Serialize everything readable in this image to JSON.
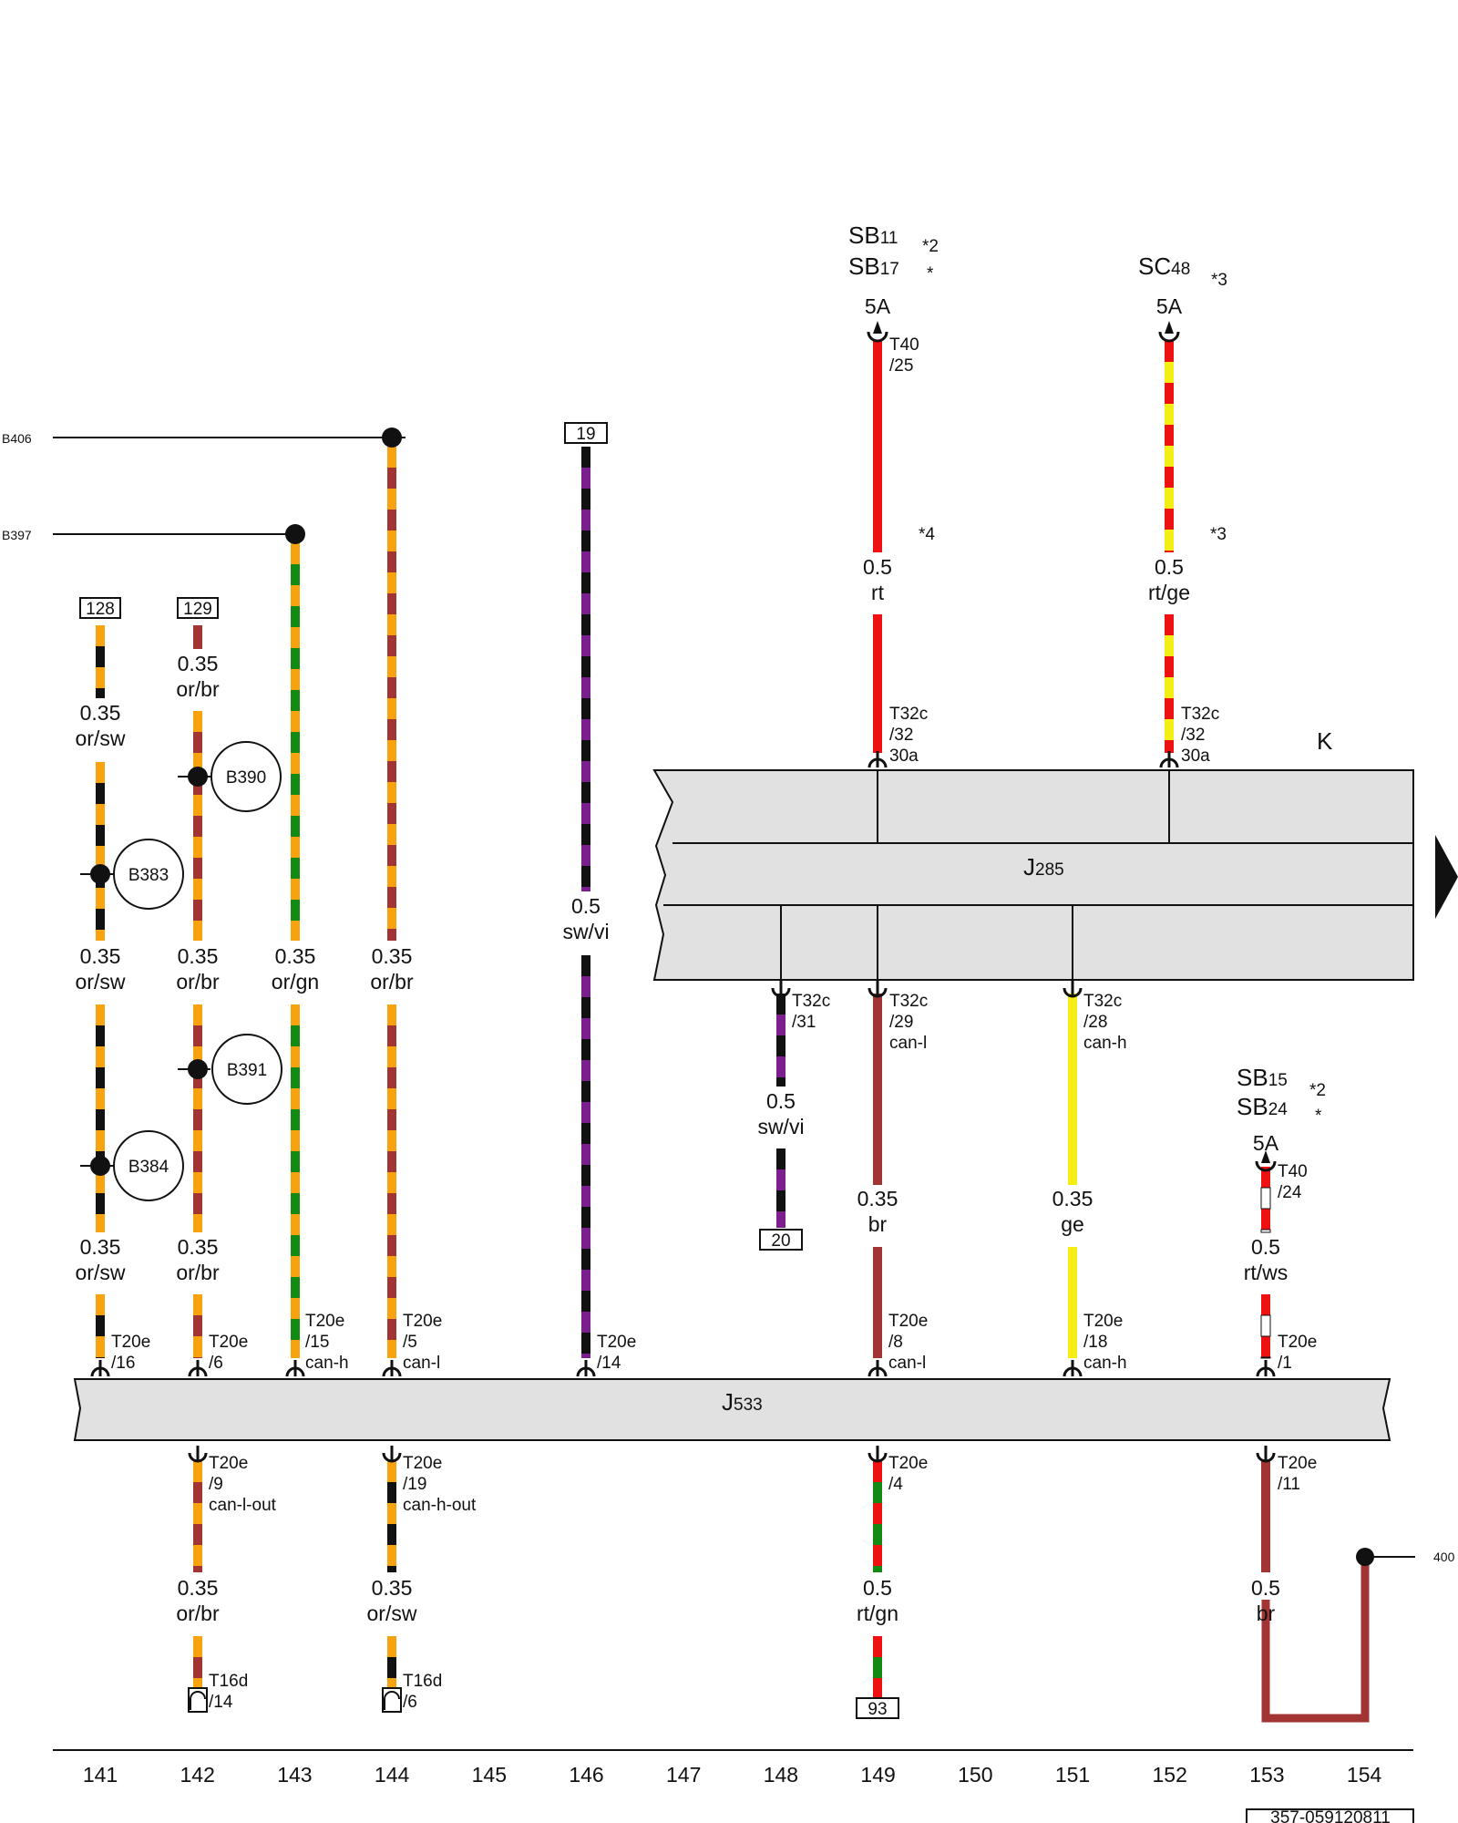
{
  "edge_labels": {
    "b406": "B406",
    "b397": "B397",
    "w400": "400"
  },
  "fuse_a": {
    "line1": "SB",
    "line1_sub": "11",
    "line1_note": "*2",
    "line2": "SB",
    "line2_sub": "17",
    "line2_note": "*",
    "amps": "5A",
    "pin1": "T40",
    "pin2": "/25",
    "mid_note": "*4"
  },
  "fuse_b": {
    "name": "SC",
    "name_sub": "48",
    "note": "*3",
    "amps": "5A",
    "mid_note": "*3"
  },
  "fuse_c": {
    "line1": "SB",
    "line1_sub": "15",
    "line1_note": "*2",
    "line2": "SB",
    "line2_sub": "24",
    "line2_note": "*",
    "amps": "5A",
    "pin1": "T40",
    "pin2": "/24"
  },
  "module_k": {
    "name": "J",
    "name_sub": "285",
    "letter": "K"
  },
  "module_j533": {
    "name": "J",
    "name_sub": "533"
  },
  "connectors": {
    "c128": "128",
    "c129": "129",
    "c19": "19",
    "c20": "20",
    "c93": "93"
  },
  "splices": {
    "b390": "B390",
    "b383": "B383",
    "b391": "B391",
    "b384": "B384"
  },
  "wires": {
    "w141a": {
      "size": "0.35",
      "color": "or/sw"
    },
    "w141b": {
      "size": "0.35",
      "color": "or/sw"
    },
    "w141c": {
      "size": "0.35",
      "color": "or/sw"
    },
    "w142a": {
      "size": "0.35",
      "color": "or/br"
    },
    "w142b": {
      "size": "0.35",
      "color": "or/br"
    },
    "w142c": {
      "size": "0.35",
      "color": "or/br"
    },
    "w142d": {
      "size": "0.35",
      "color": "or/br"
    },
    "w143": {
      "size": "0.35",
      "color": "or/gn"
    },
    "w144a": {
      "size": "0.35",
      "color": "or/br"
    },
    "w144b": {
      "size": "0.35",
      "color": "or/sw"
    },
    "w146": {
      "size": "0.5",
      "color": "sw/vi"
    },
    "w148": {
      "size": "0.5",
      "color": "sw/vi"
    },
    "w149a": {
      "size": "0.5",
      "color": "rt"
    },
    "w149b": {
      "size": "0.35",
      "color": "br"
    },
    "w149c": {
      "size": "0.5",
      "color": "rt/gn"
    },
    "w151": {
      "size": "0.35",
      "color": "ge"
    },
    "w152": {
      "size": "0.5",
      "color": "rt/ge"
    },
    "w153a": {
      "size": "0.5",
      "color": "rt/ws"
    },
    "w153b": {
      "size": "0.5",
      "color": "br"
    }
  },
  "pins": {
    "k_149_top": [
      "T32c",
      "/32",
      "30a"
    ],
    "k_152_top": [
      "T32c",
      "/32",
      "30a"
    ],
    "k_148_bot": [
      "T32c",
      "/31"
    ],
    "k_149_bot": [
      "T32c",
      "/29",
      "can-l"
    ],
    "k_151_bot": [
      "T32c",
      "/28",
      "can-h"
    ],
    "j_141_top": [
      "T20e",
      "/16"
    ],
    "j_142_top": [
      "T20e",
      "/6"
    ],
    "j_143_top": [
      "T20e",
      "/15",
      "can-h"
    ],
    "j_144_top": [
      "T20e",
      "/5",
      "can-l"
    ],
    "j_146_top": [
      "T20e",
      "/14"
    ],
    "j_149_top": [
      "T20e",
      "/8",
      "can-l"
    ],
    "j_151_top": [
      "T20e",
      "/18",
      "can-h"
    ],
    "j_153_top": [
      "T20e",
      "/1"
    ],
    "j_142_bot": [
      "T20e",
      "/9",
      "can-l-out"
    ],
    "j_144_bot": [
      "T20e",
      "/19",
      "can-h-out"
    ],
    "j_149_bot": [
      "T20e",
      "/4"
    ],
    "j_153_bot": [
      "T20e",
      "/11"
    ],
    "t16_142": [
      "T16d",
      "/14"
    ],
    "t16_144": [
      "T16d",
      "/6"
    ]
  },
  "columns": [
    "141",
    "142",
    "143",
    "144",
    "145",
    "146",
    "147",
    "148",
    "149",
    "150",
    "151",
    "152",
    "153",
    "154"
  ],
  "diagram_id": "357-059120811",
  "colors": {
    "or": "#f7a30f",
    "br": "#a33434",
    "sw": "#111111",
    "gn": "#138a13",
    "vi": "#7b1f8f",
    "rt": "#ee1111",
    "ge": "#f4ee14",
    "ws": "#ffffff",
    "module": "#e1e1e1"
  }
}
